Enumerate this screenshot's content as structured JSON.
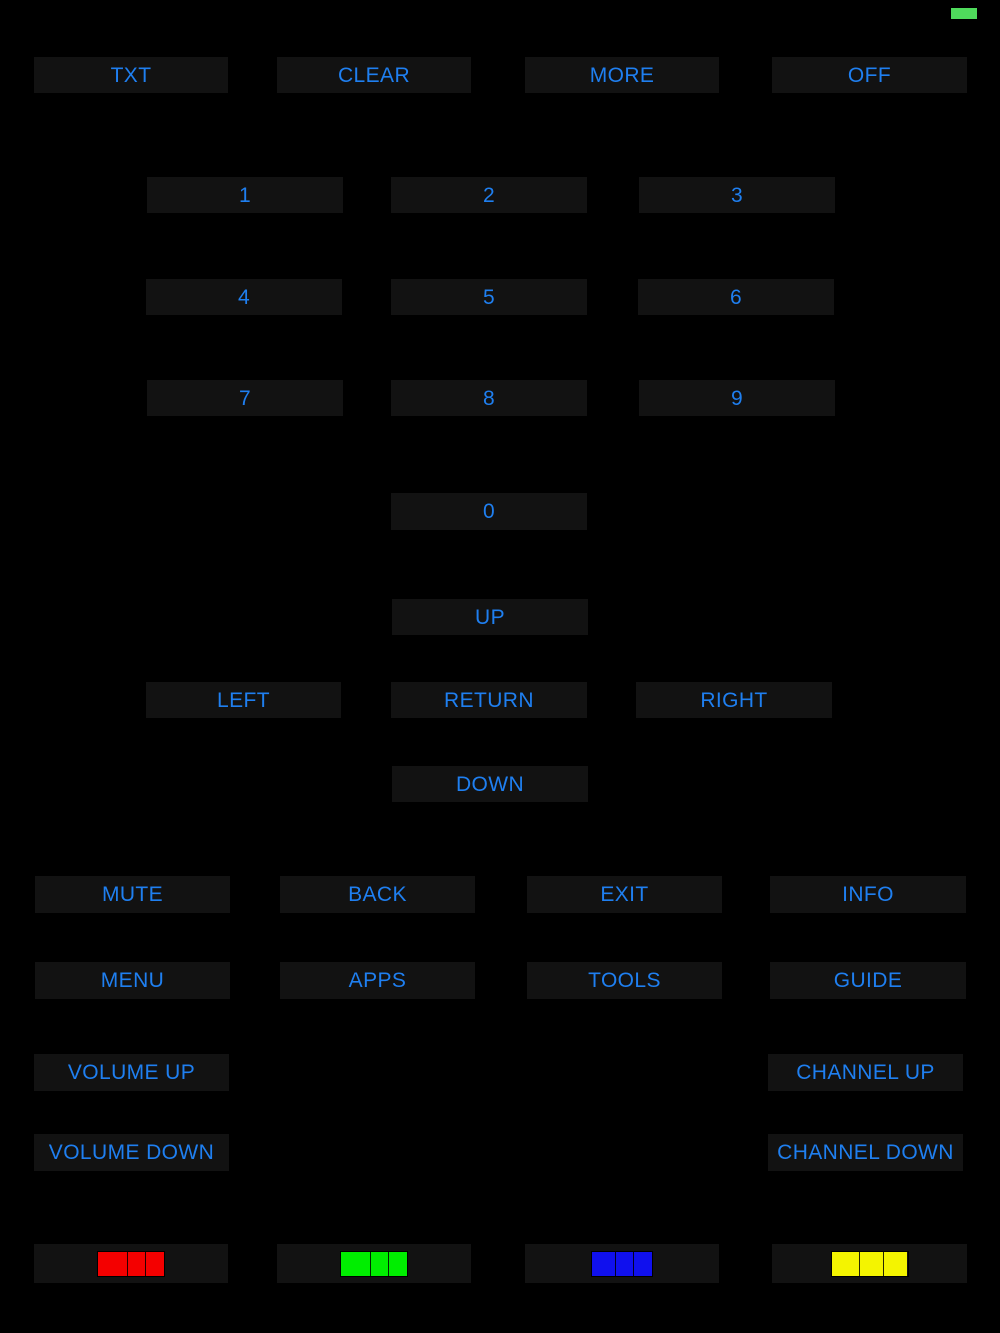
{
  "app": {
    "background_color": "#000000",
    "key_background_color": "#121212",
    "key_text_color": "#1f7ff0"
  },
  "status": {
    "name": "connection-indicator",
    "color": "#4fdb5c",
    "label": ""
  },
  "keys": {
    "txt": "TXT",
    "clear": "CLEAR",
    "more": "MORE",
    "off": "OFF",
    "n1": "1",
    "n2": "2",
    "n3": "3",
    "n4": "4",
    "n5": "5",
    "n6": "6",
    "n7": "7",
    "n8": "8",
    "n9": "9",
    "n0": "0",
    "up": "UP",
    "left": "LEFT",
    "return": "RETURN",
    "right": "RIGHT",
    "down": "DOWN",
    "mute": "MUTE",
    "back": "BACK",
    "exit": "EXIT",
    "info": "INFO",
    "menu": "MENU",
    "apps": "APPS",
    "tools": "TOOLS",
    "guide": "GUIDE",
    "volume_up": "VOLUME UP",
    "volume_down": "VOLUME DOWN",
    "channel_up": "CHANNEL UP",
    "channel_down": "CHANNEL DOWN"
  },
  "color_keys": [
    {
      "name": "red",
      "color": "#f40000"
    },
    {
      "name": "green",
      "color": "#00ee00"
    },
    {
      "name": "blue",
      "color": "#1010ee"
    },
    {
      "name": "yellow",
      "color": "#f4f400"
    }
  ]
}
